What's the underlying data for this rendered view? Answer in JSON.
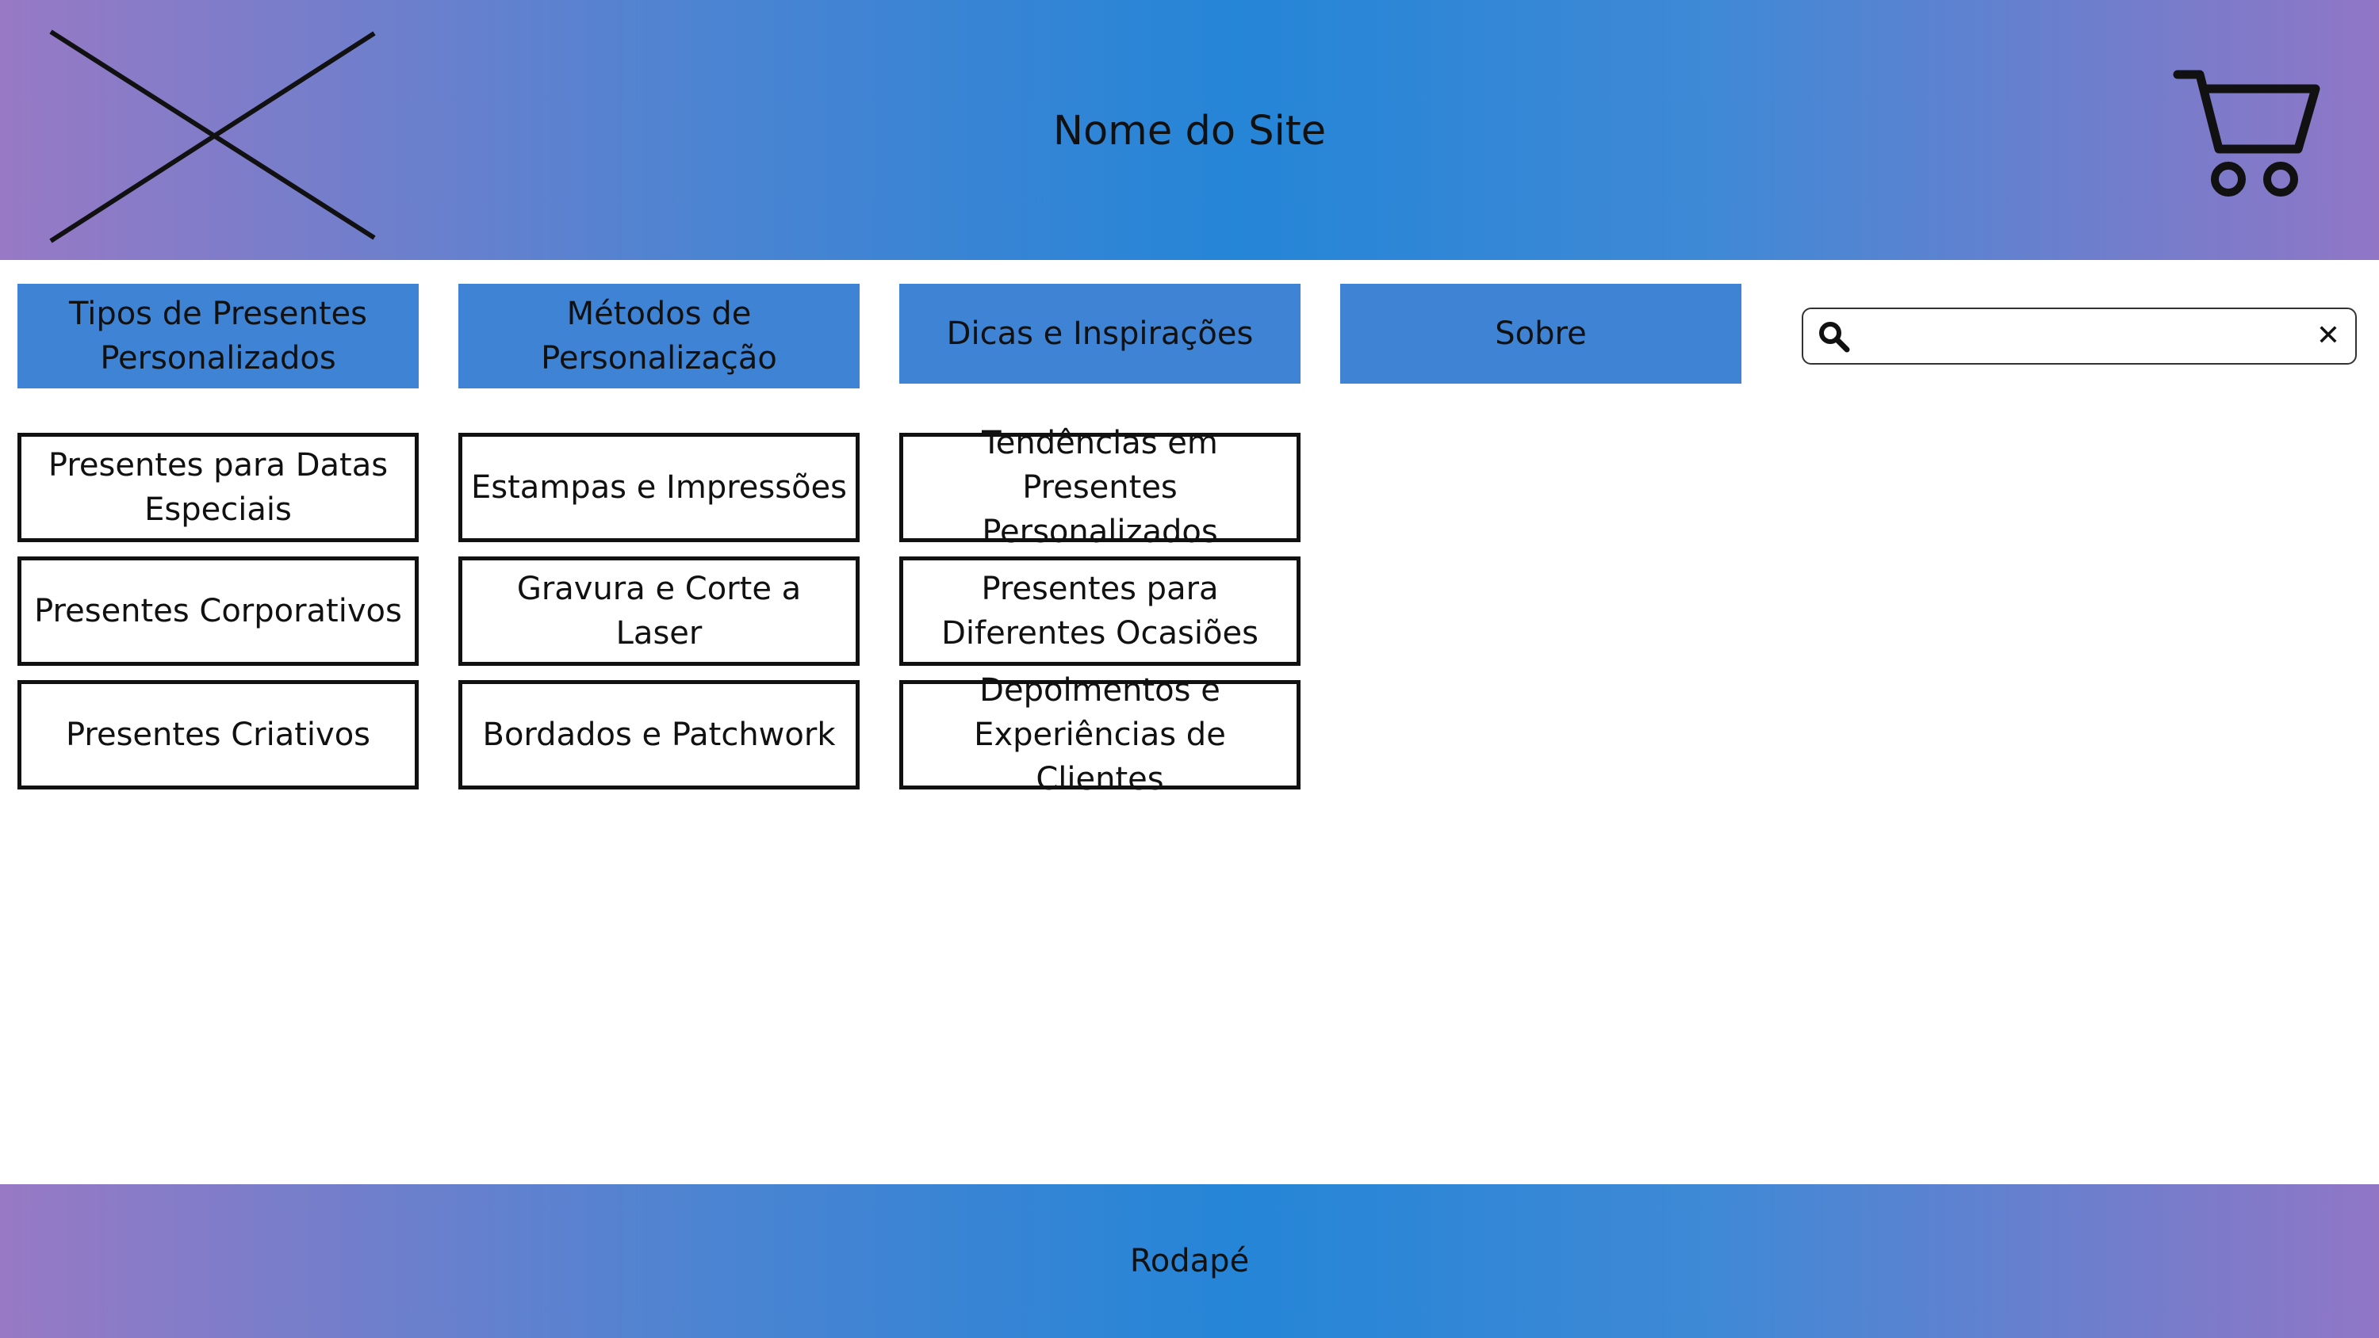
{
  "header": {
    "site_title": "Nome do Site",
    "logo_icon": "image-placeholder-icon",
    "cart_icon": "shopping-cart-icon"
  },
  "nav": [
    {
      "label": "Tipos de Presentes Personalizados"
    },
    {
      "label": "Métodos de Personalização"
    },
    {
      "label": "Dicas e Inspirações"
    },
    {
      "label": "Sobre"
    }
  ],
  "search": {
    "value": "",
    "placeholder": "",
    "search_icon": "search-icon",
    "clear_label": "✕"
  },
  "submenus": [
    {
      "items": [
        "Presentes para Datas Especiais",
        "Presentes Corporativos",
        "Presentes Criativos"
      ]
    },
    {
      "items": [
        "Estampas e Impressões",
        "Gravura e Corte a Laser",
        "Bordados e Patchwork"
      ]
    },
    {
      "items": [
        "Tendências em Presentes Personalizados",
        "Presentes para Diferentes Ocasiões",
        "Depoimentos e Experiências de Clientes"
      ]
    }
  ],
  "footer": {
    "label": "Rodapé"
  },
  "colors": {
    "gradient_edge": "#9879c5",
    "gradient_center": "#2585d7",
    "nav_button": "#3e83d4"
  }
}
